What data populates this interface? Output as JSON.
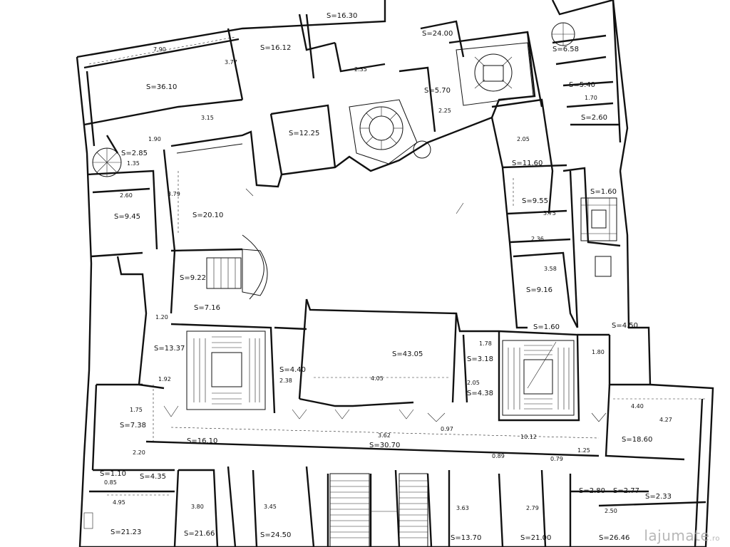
{
  "plan": {
    "rooms": [
      {
        "id": "r1",
        "text": "S=36.10"
      },
      {
        "id": "r2",
        "text": "S=16.12"
      },
      {
        "id": "r3",
        "text": "S=16.30"
      },
      {
        "id": "r4",
        "text": "S=24.00"
      },
      {
        "id": "r5",
        "text": "S=6.58"
      },
      {
        "id": "r6",
        "text": "S=5.40"
      },
      {
        "id": "r7",
        "text": "S=2.60"
      },
      {
        "id": "r8",
        "text": "S=5.70"
      },
      {
        "id": "r9",
        "text": "S=12.25"
      },
      {
        "id": "r10",
        "text": "S=11.60"
      },
      {
        "id": "r11",
        "text": "S=2.85"
      },
      {
        "id": "r12",
        "text": "S=9.45"
      },
      {
        "id": "r13",
        "text": "S=20.10"
      },
      {
        "id": "r14",
        "text": "S=1.60"
      },
      {
        "id": "r15",
        "text": "S=9.55"
      },
      {
        "id": "r16",
        "text": "S=9.22"
      },
      {
        "id": "r17",
        "text": "S=7.16"
      },
      {
        "id": "r18",
        "text": "S=9.16"
      },
      {
        "id": "r19",
        "text": "S=1.60"
      },
      {
        "id": "r20",
        "text": "S=13.37"
      },
      {
        "id": "r21",
        "text": "S=43.05"
      },
      {
        "id": "r22",
        "text": "S=4.50"
      },
      {
        "id": "r23",
        "text": "S=3.18"
      },
      {
        "id": "r24",
        "text": "S=4.38"
      },
      {
        "id": "r25",
        "text": "S=4.40"
      },
      {
        "id": "r26",
        "text": "S=7.38"
      },
      {
        "id": "r27",
        "text": "S=16.10"
      },
      {
        "id": "r28",
        "text": "S=30.70"
      },
      {
        "id": "r29",
        "text": "S=18.60"
      },
      {
        "id": "r30",
        "text": "S=1.10"
      },
      {
        "id": "r31",
        "text": "S=4.35"
      },
      {
        "id": "r32",
        "text": "S=2.80"
      },
      {
        "id": "r33",
        "text": "S=2.77"
      },
      {
        "id": "r34",
        "text": "S=2.33"
      },
      {
        "id": "r35",
        "text": "S=21.23"
      },
      {
        "id": "r36",
        "text": "S=21.66"
      },
      {
        "id": "r37",
        "text": "S=24.50"
      },
      {
        "id": "r38",
        "text": "S=13.70"
      },
      {
        "id": "r39",
        "text": "S=21.00"
      },
      {
        "id": "r40",
        "text": "S=26.46"
      }
    ],
    "dimensions": [
      "7.90",
      "3.77",
      "3.15",
      "2.25",
      "2.35",
      "1.90",
      "2.60",
      "1.35",
      "3.79",
      "1.92",
      "1.75",
      "2.20",
      "0.85",
      "4.95",
      "3.80",
      "3.45",
      "3.63",
      "2.79",
      "2.50",
      "4.05",
      "3.62",
      "10.12",
      "4.40",
      "4.27",
      "1.78",
      "1.80",
      "1.70",
      "2.05",
      "2.38",
      "2.05",
      "3.75",
      "2.36",
      "3.58",
      "1.25",
      "1.20",
      "0.97",
      "0.89",
      "0.79"
    ],
    "watermark": "lajumate",
    "watermark_suffix": ".ro"
  }
}
